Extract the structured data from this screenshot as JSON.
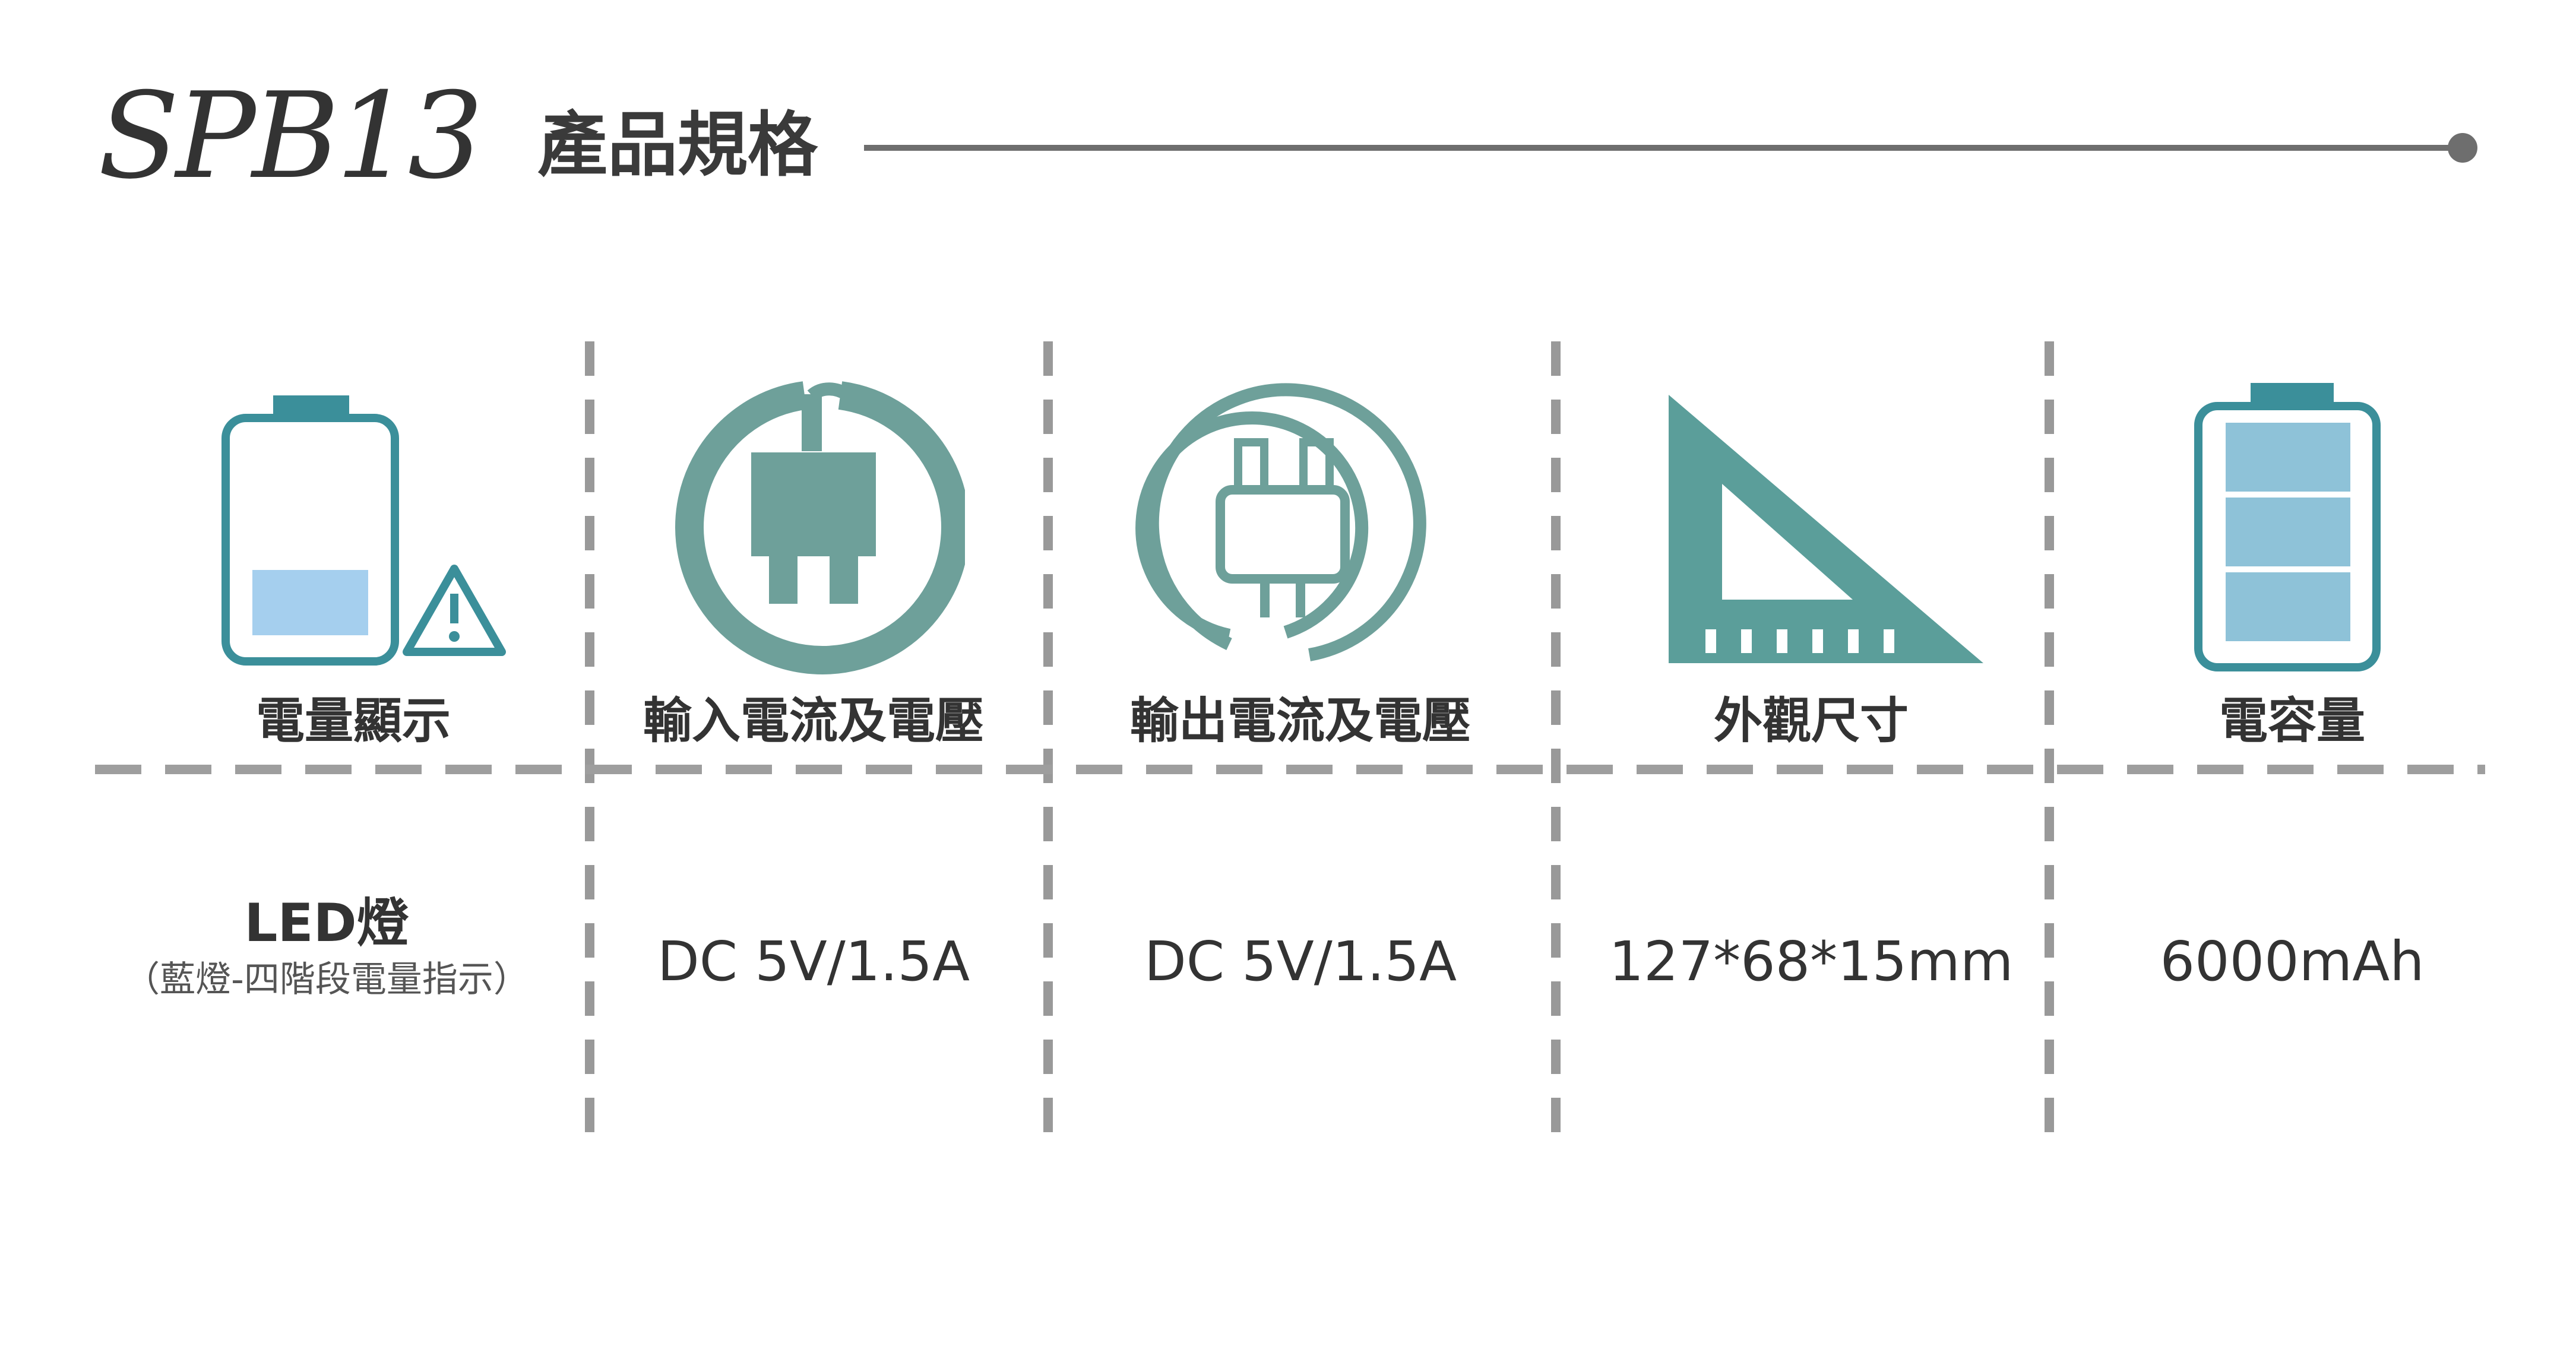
{
  "header": {
    "model": "SPB13",
    "title": "產品規格"
  },
  "colors": {
    "teal_dark": "#3b8f9a",
    "teal_icon": "#5c9e9a",
    "battery_low": "#a5cfee",
    "battery_full": "#8ec2d8",
    "divider": "#9e9e9e",
    "title_rule": "#6e6e6e"
  },
  "specs": [
    {
      "icon": "battery-warning-icon",
      "label": "電量顯示",
      "value": "LED燈",
      "note": "（藍燈-四階段電量指示）"
    },
    {
      "icon": "power-plug-input-icon",
      "label": "輸入電流及電壓",
      "value": "DC 5V/1.5A"
    },
    {
      "icon": "power-plug-output-icon",
      "label": "輸出電流及電壓",
      "value": "DC 5V/1.5A"
    },
    {
      "icon": "triangle-ruler-icon",
      "label": "外觀尺寸",
      "value": "127*68*15mm"
    },
    {
      "icon": "battery-full-icon",
      "label": "電容量",
      "value": "6000mAh"
    }
  ]
}
